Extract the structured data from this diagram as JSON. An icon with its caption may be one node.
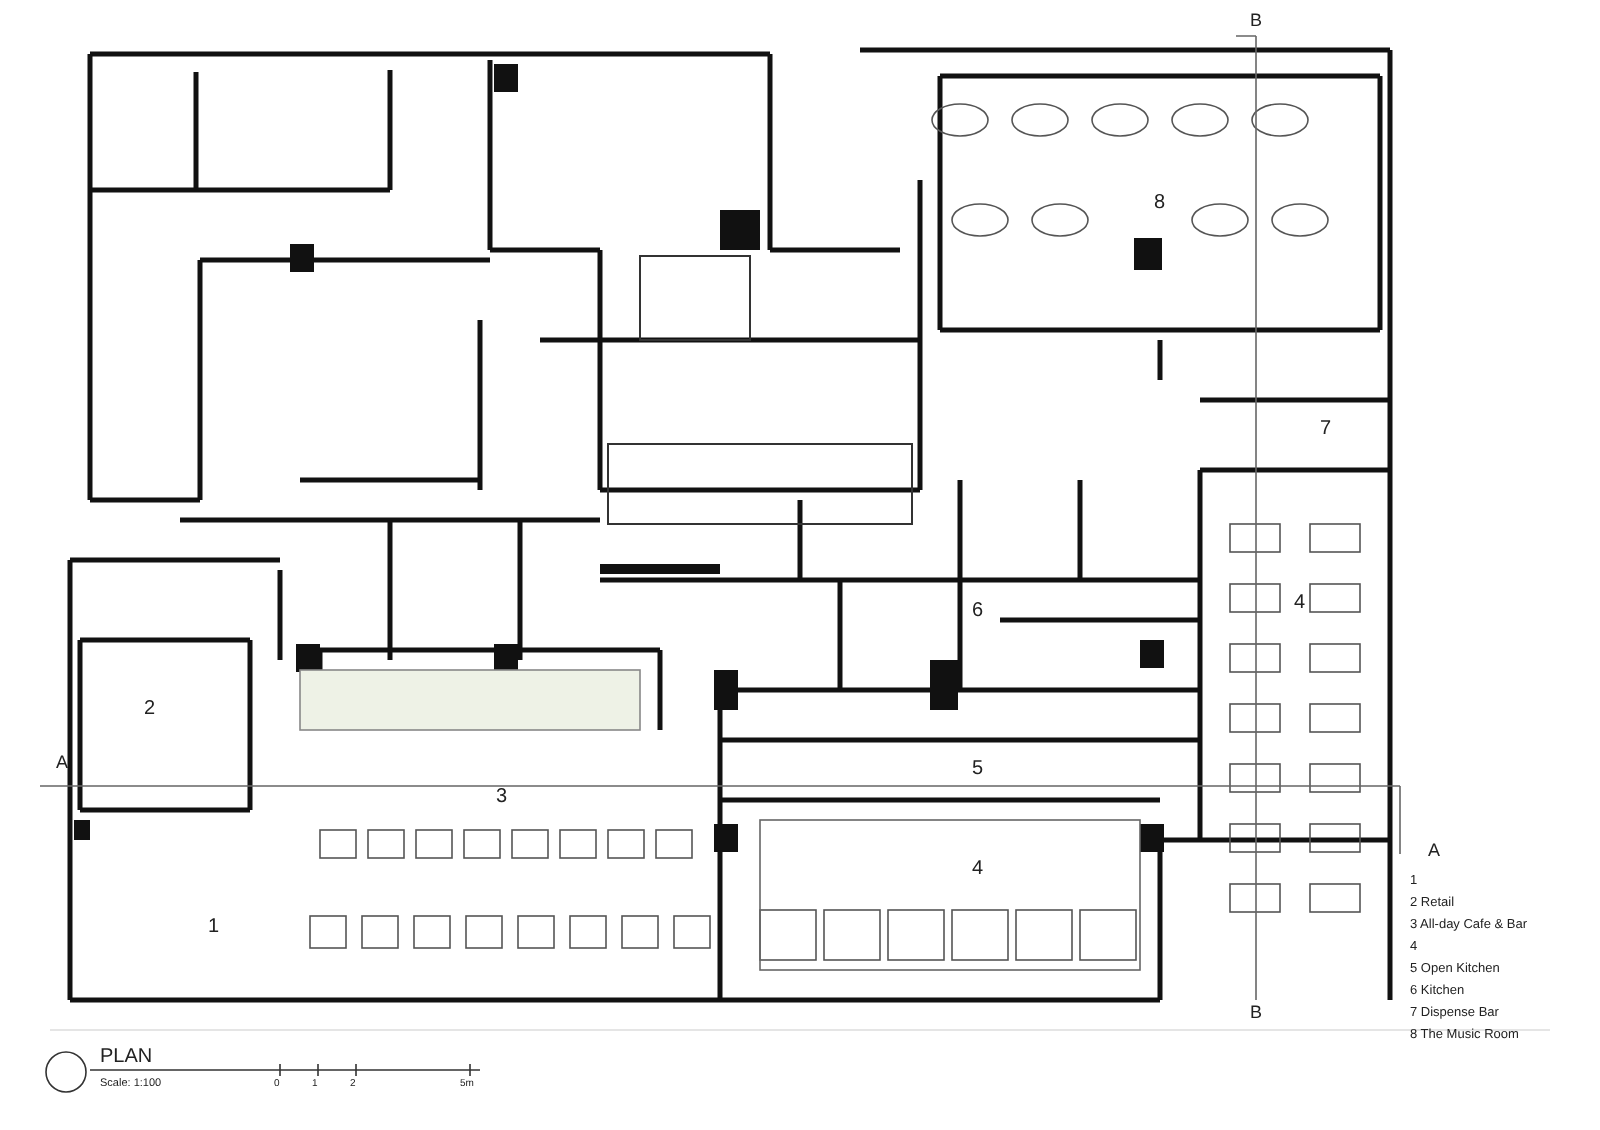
{
  "diagram": {
    "labels": [
      "B",
      "8",
      "7",
      "6",
      "4",
      "2",
      "A",
      "5",
      "3",
      "4",
      "A",
      "1",
      "B",
      "1",
      "2 Retail",
      "3 All-day Cafe & Bar",
      "4",
      "5 Open Kitchen",
      "6 Kitchen",
      "7 Dispense Bar",
      "8 The Music Room",
      "PLAN",
      "Scale:  1:100",
      "0",
      "1",
      "2",
      "5m"
    ]
  }
}
